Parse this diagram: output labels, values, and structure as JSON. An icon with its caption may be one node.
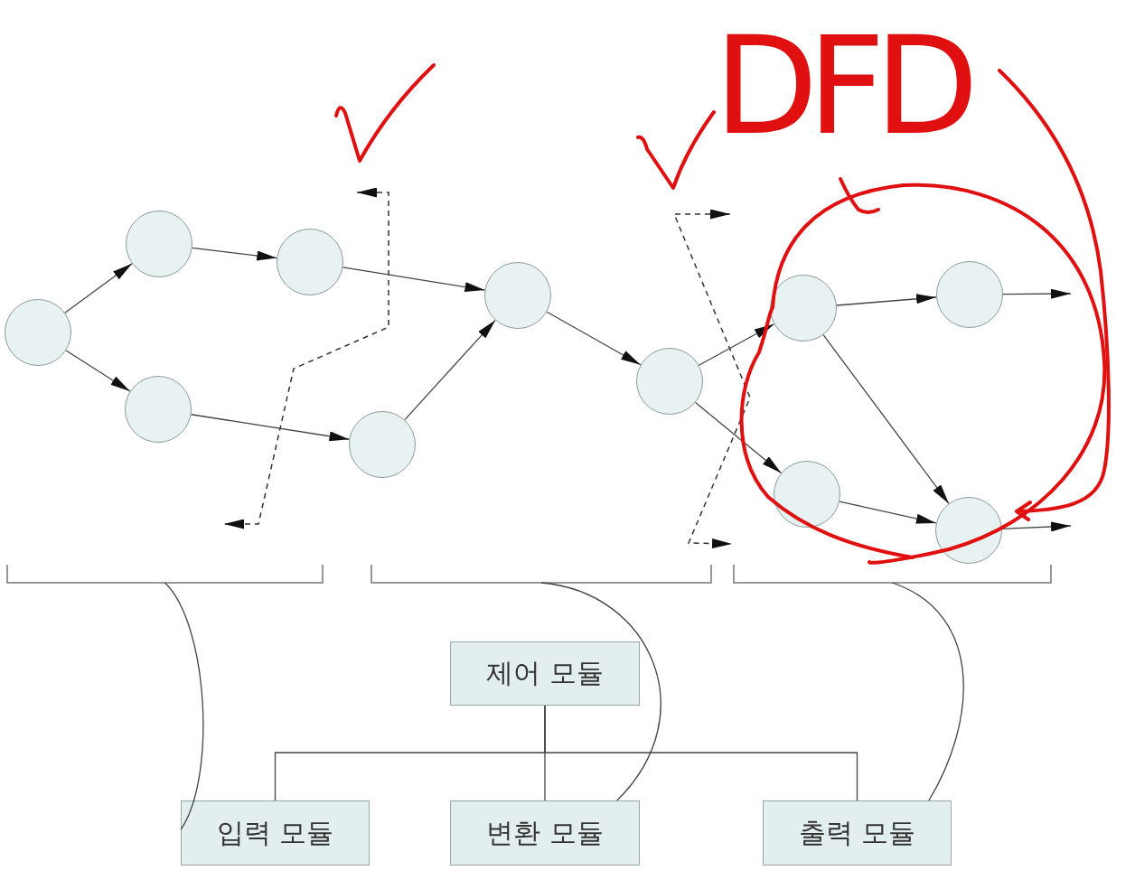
{
  "diagram": {
    "nodes": [
      {
        "text": [],
        "shape": "circle"
      },
      {
        "text": [],
        "shape": "circle"
      },
      {
        "text": [],
        "shape": "circle"
      },
      {
        "text": [],
        "shape": "circle"
      },
      {
        "text": [],
        "shape": "circle"
      },
      {
        "text": [],
        "shape": "circle"
      },
      {
        "text": [],
        "shape": "circle"
      },
      {
        "text": [],
        "shape": "circle"
      },
      {
        "text": [],
        "shape": "circle"
      },
      {
        "text": [],
        "shape": "circle"
      },
      {
        "text": [],
        "shape": "circle"
      },
      {
        "text": [],
        "shape": "bracket"
      },
      {
        "text": [],
        "shape": "bracket"
      },
      {
        "text": [],
        "shape": "bracket"
      },
      {
        "text": [
          "제어 모듈"
        ]
      },
      {
        "text": [
          "입력 모듈"
        ]
      },
      {
        "text": [
          "변환 모듈"
        ]
      },
      {
        "text": [
          "출력 모듈"
        ]
      }
    ],
    "edges": [
      {
        "from": 0,
        "to": 1,
        "arrow": "to"
      },
      {
        "from": 0,
        "to": 3,
        "arrow": "to"
      },
      {
        "from": 1,
        "to": 2,
        "arrow": "to"
      },
      {
        "from": 2,
        "to": 4,
        "arrow": "to"
      },
      {
        "from": 3,
        "to": 5,
        "arrow": "to"
      },
      {
        "from": 5,
        "to": 4,
        "arrow": "to"
      },
      {
        "from": 4,
        "to": 6,
        "arrow": "to"
      },
      {
        "from": 6,
        "to": 7,
        "arrow": "to"
      },
      {
        "from": 6,
        "to": 9,
        "arrow": "to"
      },
      {
        "from": 7,
        "to": 8,
        "arrow": "to"
      },
      {
        "from": 7,
        "to": 10,
        "arrow": "to"
      },
      {
        "from": 9,
        "to": 10,
        "arrow": "to"
      },
      {
        "from": 8,
        "to": null,
        "arrow": "to"
      },
      {
        "from": 10,
        "to": null,
        "arrow": "to"
      },
      {
        "from": 14,
        "to": 15,
        "arrow": "none"
      },
      {
        "from": 14,
        "to": 16,
        "arrow": "none"
      },
      {
        "from": 14,
        "to": 17,
        "arrow": "none"
      },
      {
        "from": 11,
        "to": 15,
        "arrow": "none"
      },
      {
        "from": 12,
        "to": 16,
        "arrow": "none"
      },
      {
        "from": 13,
        "to": 17,
        "arrow": "none"
      }
    ],
    "labels": [
      "DFD"
    ]
  }
}
